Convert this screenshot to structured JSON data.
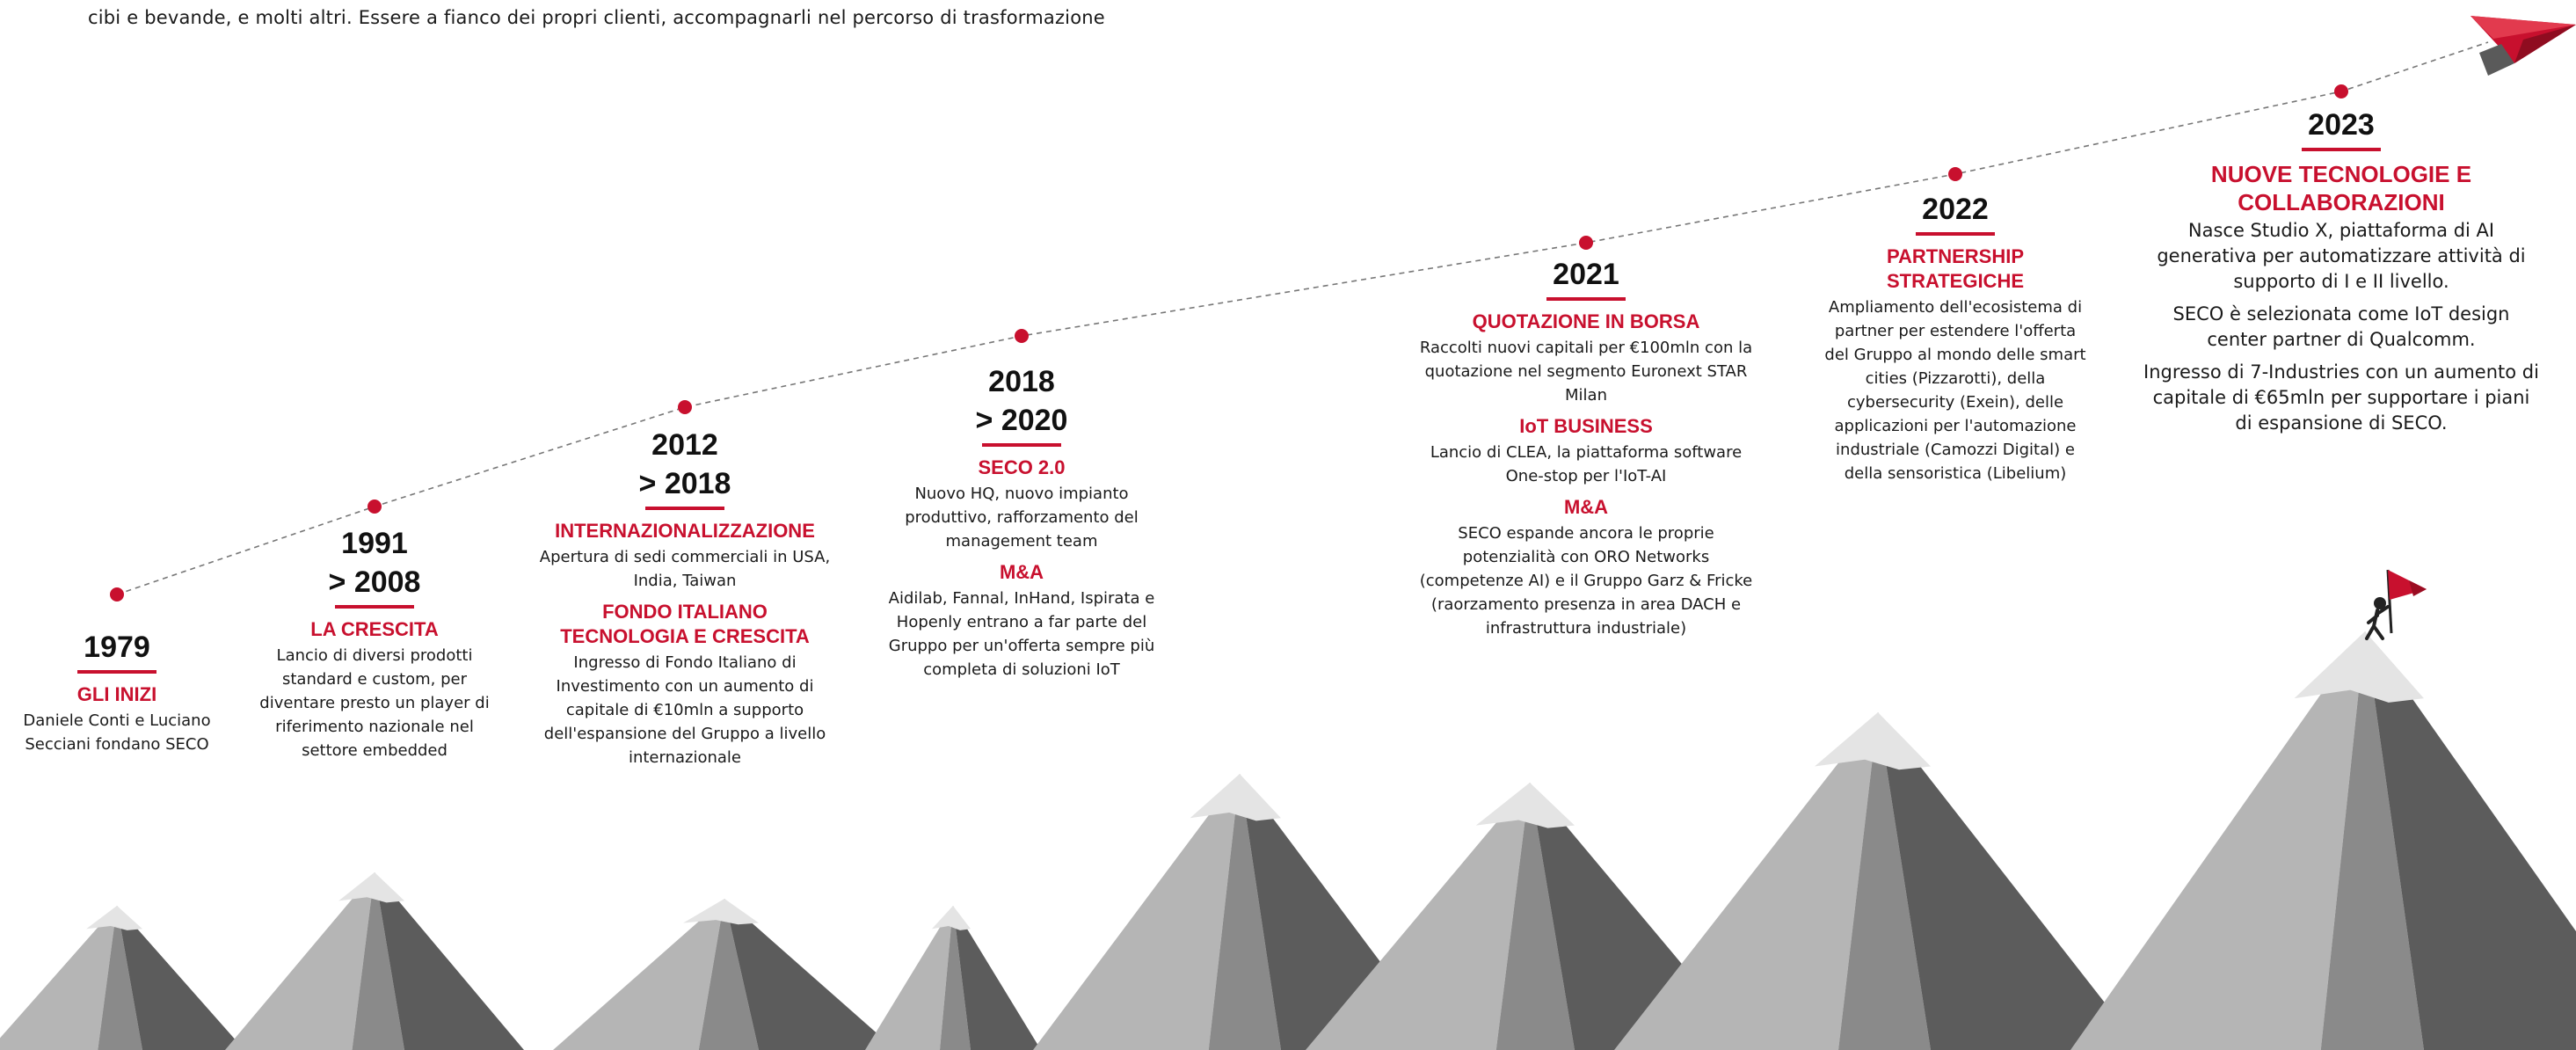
{
  "intro_text": "cibi e bevande, e molti altri. Essere a fianco dei propri clienti, accompagnarli nel percorso di trasformazione",
  "colors": {
    "accent": "#c8102e",
    "mountain_light": "#bdbdbd",
    "mountain_mid": "#8c8c8c",
    "mountain_dark": "#5a5a5a"
  },
  "icons": {
    "plane": "paper-plane-icon",
    "climber": "climber-with-flag-icon"
  },
  "milestones": [
    {
      "year": "1979",
      "blocks": [
        {
          "heading": "GLI INIZI",
          "text": "Daniele Conti e Luciano Secciani fondano SECO"
        }
      ]
    },
    {
      "year": "1991\n> 2008",
      "blocks": [
        {
          "heading": "LA CRESCITA",
          "text": "Lancio di diversi prodotti standard e custom, per diventare presto un player di riferimento nazionale nel settore embedded"
        }
      ]
    },
    {
      "year": "2012\n> 2018",
      "blocks": [
        {
          "heading": "INTERNAZIONALIZZAZIONE",
          "text": "Apertura di sedi commerciali in USA, India, Taiwan"
        },
        {
          "heading": "FONDO ITALIANO TECNOLOGIA E CRESCITA",
          "text": "Ingresso di Fondo Italiano di Investimento con un aumento di capitale di €10mln a supporto dell'espansione del Gruppo a livello internazionale"
        }
      ]
    },
    {
      "year": "2018\n> 2020",
      "blocks": [
        {
          "heading": "SECO 2.0",
          "text": "Nuovo HQ, nuovo impianto produttivo, rafforzamento del management team"
        },
        {
          "heading": "M&A",
          "text": "Aidilab, Fannal, InHand, Ispirata e Hopenly entrano a far parte del Gruppo per un'offerta sempre più completa di soluzioni IoT"
        }
      ]
    },
    {
      "year": "2021",
      "blocks": [
        {
          "heading": "QUOTAZIONE IN BORSA",
          "text": "Raccolti nuovi capitali per €100mln con la quotazione nel segmento Euronext STAR Milan"
        },
        {
          "heading": "IoT BUSINESS",
          "text": "Lancio di CLEA, la piattaforma software One-stop per l'IoT-AI"
        },
        {
          "heading": "M&A",
          "text": "SECO espande ancora le proprie potenzialità con ORO Networks (competenze AI) e il Gruppo Garz & Fricke (raorzamento presenza in area DACH e infrastruttura industriale)"
        }
      ]
    },
    {
      "year": "2022",
      "blocks": [
        {
          "heading": "PARTNERSHIP STRATEGICHE",
          "text": "Ampliamento dell'ecosistema di partner per estendere l'offerta del Gruppo al mondo delle smart cities (Pizzarotti), della cybersecurity (Exein), delle applicazioni per l'automazione industriale (Camozzi Digital) e della sensoristica (Libelium)"
        }
      ]
    },
    {
      "year": "2023",
      "blocks": [
        {
          "heading": "NUOVE TECNOLOGIE E COLLABORAZIONI",
          "text": "Nasce Studio X, piattaforma di AI generativa per automatizzare attività di supporto di I e II livello."
        },
        {
          "heading": "",
          "text": "SECO è selezionata come IoT design center partner di Qualcomm."
        },
        {
          "heading": "",
          "text": "Ingresso di 7-Industries con un aumento di capitale di €65mln per supportare i piani di espansione di SECO."
        }
      ]
    }
  ]
}
